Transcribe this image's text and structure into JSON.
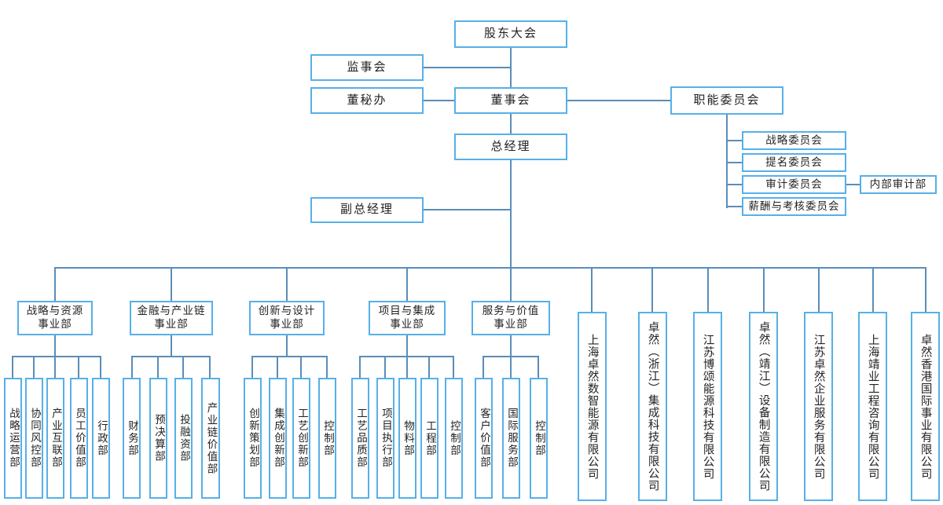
{
  "colors": {
    "box_border": "#56b0e8",
    "connector_line": "#5b8db8",
    "text": "#222222",
    "background": "#ffffff"
  },
  "nodes": {
    "shareholders_meeting": "股东大会",
    "supervisory_board": "监事会",
    "board_secretary_office": "董秘办",
    "board_of_directors": "董事会",
    "functional_committees": "职能委员会",
    "general_manager": "总经理",
    "deputy_general_manager": "副总经理",
    "internal_audit_dept": "内部审计部"
  },
  "committees": [
    "战略委员会",
    "提名委员会",
    "审计委员会",
    "薪酬与考核委员会"
  ],
  "divisions": [
    {
      "name_line1": "战略与资源",
      "name_line2": "事业部",
      "departments": [
        "战略运营部",
        "协同风控部",
        "产业互联部",
        "员工价值部",
        "行政部"
      ]
    },
    {
      "name_line1": "金融与产业链",
      "name_line2": "事业部",
      "departments": [
        "财务部",
        "预决算部",
        "投融资部",
        "产业链价值部"
      ]
    },
    {
      "name_line1": "创新与设计",
      "name_line2": "事业部",
      "departments": [
        "创新策划部",
        "集成创新部",
        "工艺创新部",
        "控制部"
      ]
    },
    {
      "name_line1": "项目与集成",
      "name_line2": "事业部",
      "departments": [
        "工艺品质部",
        "项目执行部",
        "物料部",
        "工程部",
        "控制部"
      ]
    },
    {
      "name_line1": "服务与价值",
      "name_line2": "事业部",
      "departments": [
        "客户价值部",
        "国际服务部",
        "控制部"
      ]
    }
  ],
  "subsidiaries": [
    "上海卓然数智能源有限公司",
    "卓然（浙江）集成科技有限公司",
    "江苏博颂能源科技有限公司",
    "卓然（靖江）设备制造有限公司",
    "江苏卓然企业服务有限公司",
    "上海靖业工程咨询有限公司",
    "卓然香港国际事业有限公司"
  ]
}
